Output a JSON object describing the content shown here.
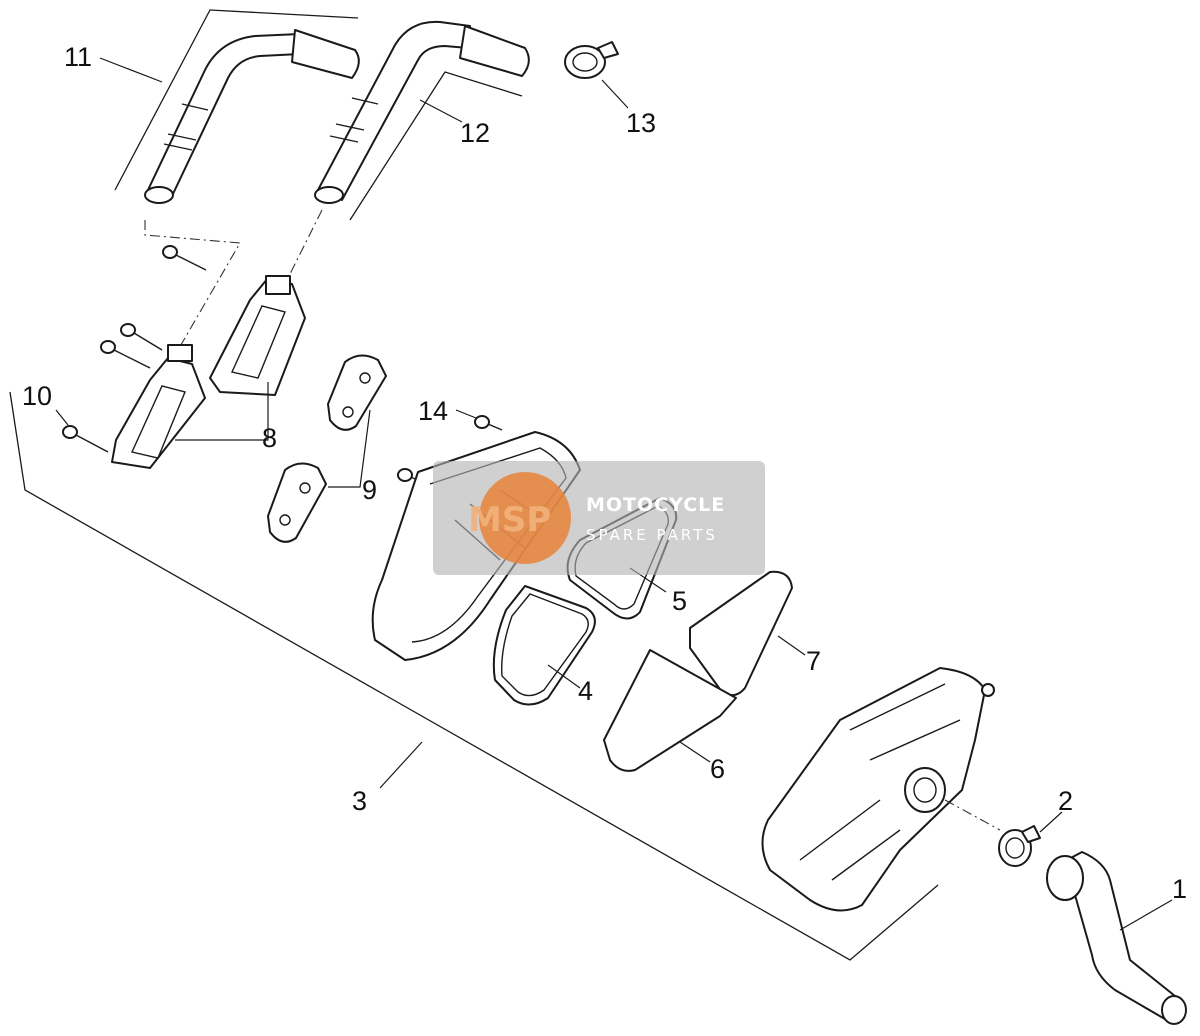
{
  "diagram": {
    "callouts": [
      "1",
      "2",
      "3",
      "4",
      "5",
      "6",
      "7",
      "8",
      "9",
      "10",
      "11",
      "12",
      "13",
      "14"
    ],
    "watermark": {
      "line1": "MOTOCYCLE",
      "line2": "SPARE PARTS",
      "logo": "MSP"
    }
  }
}
